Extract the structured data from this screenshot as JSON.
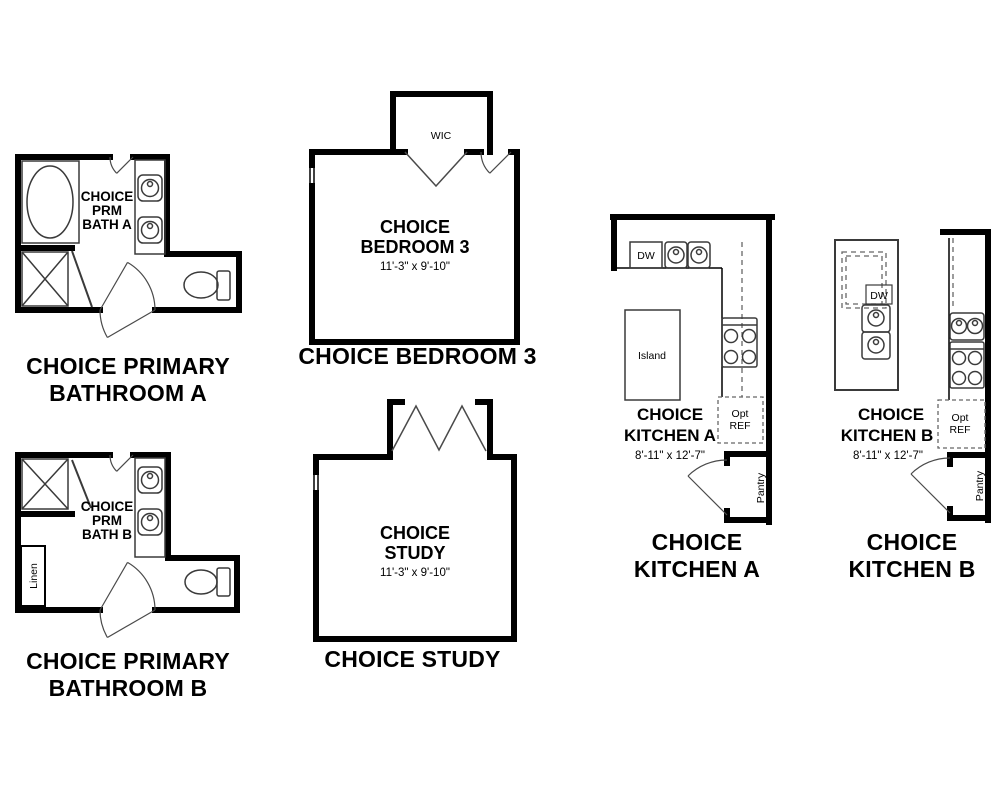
{
  "plans": {
    "bathroom_a": {
      "label1": "CHOICE",
      "label2": "PRM",
      "label3": "BATH A",
      "title1": "CHOICE PRIMARY",
      "title2": "BATHROOM A"
    },
    "bathroom_b": {
      "label1": "CHOICE",
      "label2": "PRM",
      "label3": "BATH B",
      "linen": "Linen",
      "title1": "CHOICE PRIMARY",
      "title2": "BATHROOM B"
    },
    "bedroom3": {
      "closet": "WIC",
      "label1": "CHOICE",
      "label2": "BEDROOM 3",
      "dims": "11'-3\" x 9'-10\"",
      "title": "CHOICE BEDROOM 3"
    },
    "study": {
      "label1": "CHOICE",
      "label2": "STUDY",
      "dims": "11'-3\" x 9'-10\"",
      "title": "CHOICE STUDY"
    },
    "kitchen_a": {
      "dw": "DW",
      "island": "Island",
      "label1": "CHOICE",
      "label2": "KITCHEN A",
      "dims": "8'-11\" x 12'-7\"",
      "ref1": "Opt",
      "ref2": "REF",
      "pantry": "Pantry",
      "title1": "CHOICE",
      "title2": "KITCHEN A"
    },
    "kitchen_b": {
      "dw": "DW",
      "label1": "CHOICE",
      "label2": "KITCHEN B",
      "dims": "8'-11\" x 12'-7\"",
      "ref1": "Opt",
      "ref2": "REF",
      "pantry": "Pantry",
      "title1": "CHOICE",
      "title2": "KITCHEN B"
    }
  }
}
